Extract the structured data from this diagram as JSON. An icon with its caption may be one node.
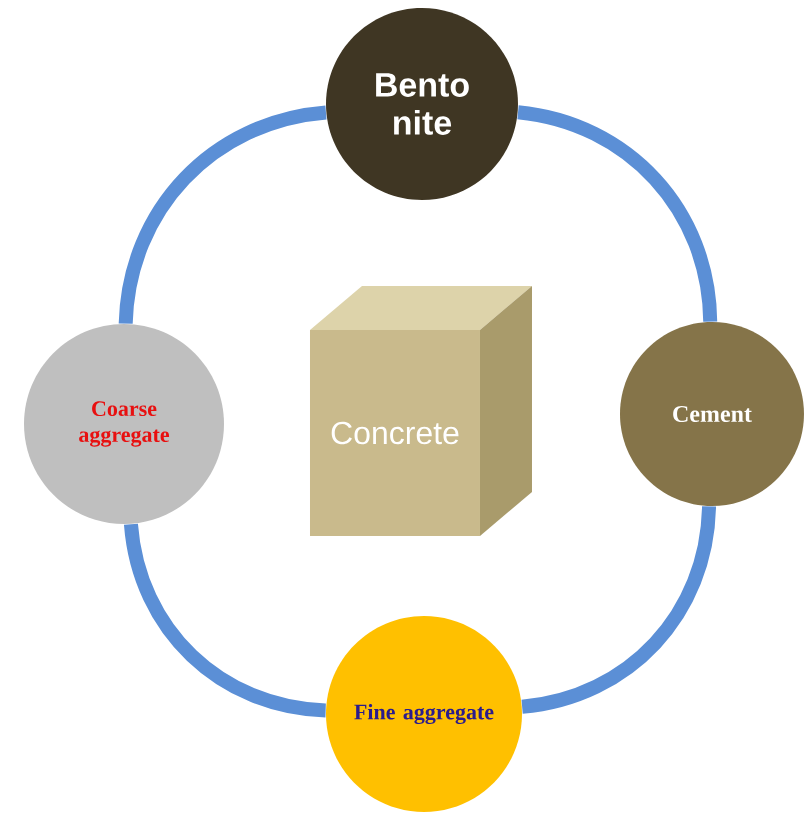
{
  "diagram": {
    "nodes": [
      {
        "text": [
          "Bento nite"
        ]
      },
      {
        "text": [
          "Cement"
        ]
      },
      {
        "text": [
          "Fine aggregate"
        ]
      },
      {
        "text": [
          "Coarse aggregate"
        ]
      },
      {
        "text": [
          "Concrete"
        ]
      }
    ],
    "edges": [
      {
        "from": 0,
        "to": 1,
        "arrow": "none"
      },
      {
        "from": 1,
        "to": 2,
        "arrow": "none"
      },
      {
        "from": 2,
        "to": 3,
        "arrow": "none"
      },
      {
        "from": 3,
        "to": 0,
        "arrow": "none"
      }
    ]
  }
}
